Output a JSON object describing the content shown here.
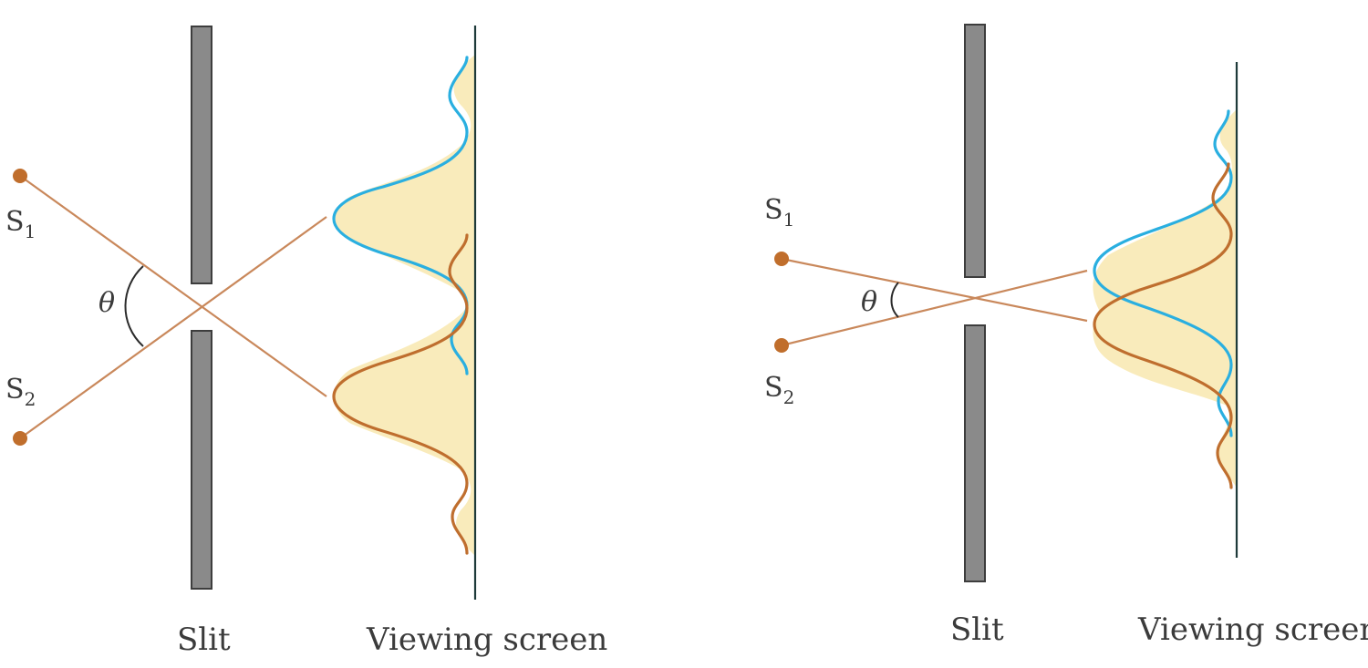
{
  "panels": [
    {
      "id": "resolved",
      "source1_label": "S",
      "source1_sub": "1",
      "source2_label": "S",
      "source2_sub": "2",
      "angle_label": "θ",
      "slit_label": "Slit",
      "screen_label": "Viewing screen"
    },
    {
      "id": "not-resolved",
      "source1_label": "S",
      "source1_sub": "1",
      "source2_label": "S",
      "source2_sub": "2",
      "angle_label": "θ",
      "slit_label": "Slit",
      "screen_label": "Viewing screen"
    }
  ],
  "colors": {
    "source1_pattern": "#2aafe0",
    "source2_pattern": "#bf6e2e",
    "ray": "#c9885b",
    "source_dot": "#c06e2c",
    "pattern_fill": "#f9ebbb",
    "barrier": "#8a8a8a"
  }
}
